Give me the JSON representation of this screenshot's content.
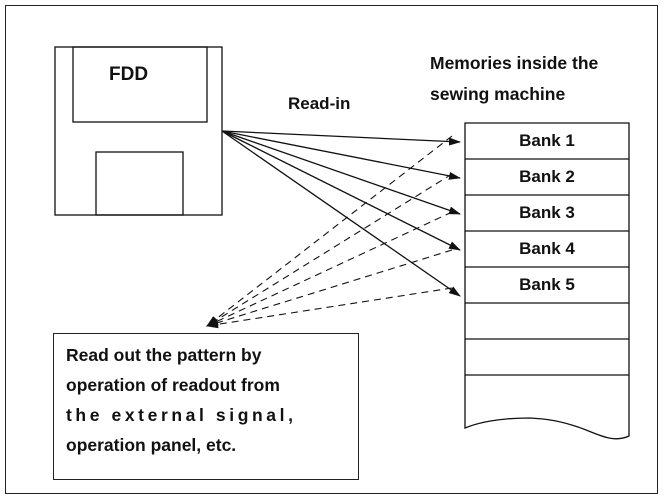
{
  "floppy": {
    "label": "FDD"
  },
  "read_in_label": "Read-in",
  "memory": {
    "title_lines": [
      "Memories inside the",
      "sewing machine"
    ],
    "banks": [
      "Bank 1",
      "Bank 2",
      "Bank 3",
      "Bank 4",
      "Bank 5",
      "",
      ""
    ]
  },
  "readout_note": {
    "lines": [
      "Read out the pattern by",
      "operation of readout from",
      "the external signal,",
      "operation panel, etc."
    ]
  }
}
